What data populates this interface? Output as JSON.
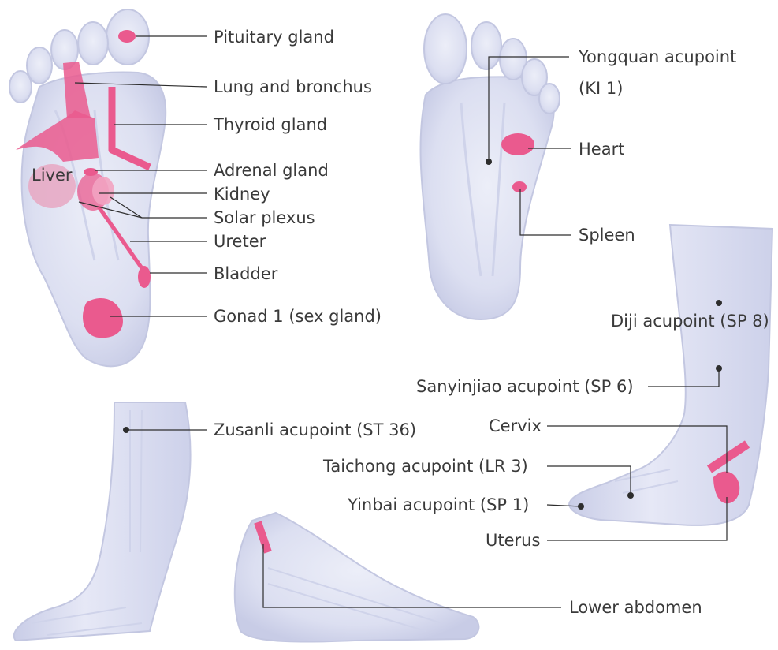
{
  "labels": {
    "pituitary": "Pituitary gland",
    "lung": "Lung and bronchus",
    "thyroid": "Thyroid gland",
    "liver": "Liver",
    "adrenal": "Adrenal gland",
    "kidney": "Kidney",
    "solar": "Solar plexus",
    "ureter": "Ureter",
    "bladder": "Bladder",
    "gonad": "Gonad 1 (sex gland)",
    "yongquan_1": "Yongquan acupoint",
    "yongquan_2": "(KI 1)",
    "heart": "Heart",
    "spleen": "Spleen",
    "diji": "Diji acupoint (SP 8)",
    "sanyinjiao": "Sanyinjiao acupoint (SP 6)",
    "zusanli": "Zusanli acupoint (ST 36)",
    "cervix": "Cervix",
    "taichong": "Taichong  acupoint (LR 3)",
    "yinbai": "Yinbai  acupoint (SP 1)",
    "uterus": "Uterus",
    "lower_abdomen": "Lower abdomen"
  },
  "colors": {
    "highlight": "#ea5a8e",
    "skin": "#dde0f1",
    "skin_edge": "#c3c7e1",
    "bone": "#c9cde6",
    "leader": "#2d2d2d"
  }
}
